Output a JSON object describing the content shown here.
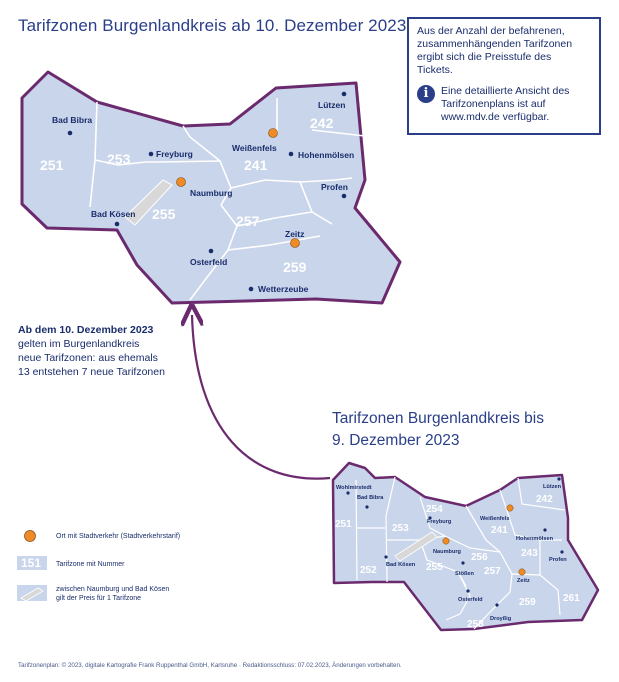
{
  "title_new": "Tarifzonen Burgenlandkreis ab 10. Dezember 2023",
  "title_old_line1": "Tarifzonen Burgenlandkreis bis",
  "title_old_line2": "9. Dezember 2023",
  "infobox": {
    "line1": "Aus der Anzahl der befahrenen,",
    "line2": "zusammenhängenden Tarifzonen",
    "line3": "ergibt sich die Preisstufe des",
    "line4": "Tickets.",
    "icon": "info-icon",
    "icon_glyph": "i",
    "line5": "Eine detaillierte Ansicht des",
    "line6": "Tarifzonenplans ist auf",
    "line7": "www.mdv.de verfügbar."
  },
  "change_note": {
    "line1": "Ab dem 10. Dezember 2023",
    "line2": "gelten im Burgenlandkreis",
    "line3": "neue Tarifzonen: aus ehemals",
    "line4": "13 entstehen 7 neue Tarifzonen"
  },
  "new_map": {
    "zones": [
      "251",
      "253",
      "255",
      "241",
      "242",
      "257",
      "259"
    ],
    "places": {
      "bad_bibra": "Bad Bibra",
      "freyburg": "Freyburg",
      "naumburg": "Naumburg",
      "bad_koesen": "Bad Kösen",
      "weissenfels": "Weißenfels",
      "luetzen": "Lützen",
      "hohenmoelsen": "Hohenmölsen",
      "profen": "Profen",
      "zeitz": "Zeitz",
      "osterfeld": "Osterfeld",
      "wetterzeube": "Wetterzeube"
    }
  },
  "old_map": {
    "zones": [
      "251",
      "252",
      "253",
      "254",
      "255",
      "256",
      "257",
      "241",
      "242",
      "243",
      "259",
      "258",
      "261"
    ],
    "places": {
      "wohlmirstedt": "Wohlmirstedt",
      "bad_bibra": "Bad Bibra",
      "freyburg": "Freyburg",
      "naumburg": "Naumburg",
      "bad_koesen": "Bad Kösen",
      "stoessen": "Stößen",
      "weissenfels": "Weißenfels",
      "luetzen": "Lützen",
      "hohenmoelsen": "Hohenmölsen",
      "profen": "Profen",
      "zeitz": "Zeitz",
      "osterfeld": "Osterfeld",
      "droyssig": "Droyßig"
    }
  },
  "legend": {
    "city_traffic": "Ort mit Stadtverkehr (Stadtverkehrstarif)",
    "zone_sample": "151",
    "zone_number": "Tarifzone mit Nummer",
    "corridor_line1": "zwischen Naumburg und Bad Kösen",
    "corridor_line2": "gilt der Preis für 1 Tarifzone"
  },
  "footer": "Tarifzonenplan: © 2023, digitale Kartografie Frank Ruppenthal GmbH, Karlsruhe · Redaktionsschluss: 07.02.2023, Änderungen vorbehalten.",
  "colors": {
    "zone_fill": "#c9d5ea",
    "border": "#6b2a6e",
    "inner_line": "#ffffff",
    "city_dot": "#f08a24",
    "text": "#1a2d6b",
    "corridor": "#d8d8d8"
  }
}
